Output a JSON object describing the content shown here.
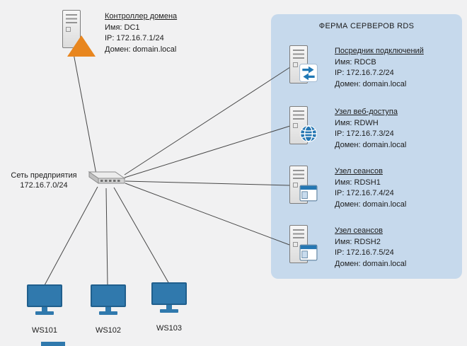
{
  "colors": {
    "background": "#f1f1f2",
    "panel": "#c6d9ec",
    "accent-blue": "#2577b3",
    "triangle-orange": "#e8861f",
    "line": "#474747",
    "monitor-blue": "#3079ad"
  },
  "domain_controller": {
    "title": "Контроллер домена",
    "name": "Имя: DC1",
    "ip": "IP: 172.16.7.1/24",
    "domain": "Домен: domain.local"
  },
  "network": {
    "line1": "Сеть предприятия",
    "line2": "172.16.7.0/24"
  },
  "rds_farm": {
    "title": "ФЕРМА СЕРВЕРОВ RDS",
    "servers": [
      {
        "role": "Посредник подключений",
        "name": "Имя: RDCB",
        "ip": "IP: 172.16.7.2/24",
        "domain": "Домен: domain.local",
        "icon": "connection-broker-arrows-icon"
      },
      {
        "role": "Узел веб-доступа",
        "name": "Имя: RDWH",
        "ip": "IP: 172.16.7.3/24",
        "domain": "Домен: domain.local",
        "icon": "web-globe-icon"
      },
      {
        "role": "Узел сеансов",
        "name": "Имя: RDSH1",
        "ip": "IP: 172.16.7.4/24",
        "domain": "Домен: domain.local",
        "icon": "session-window-icon"
      },
      {
        "role": "Узел сеансов",
        "name": "Имя: RDSH2",
        "ip": "IP: 172.16.7.5/24",
        "domain": "Домен: domain.local",
        "icon": "session-window-icon"
      }
    ]
  },
  "workstations": [
    {
      "label": "WS101"
    },
    {
      "label": "WS102"
    },
    {
      "label": "WS103"
    }
  ]
}
